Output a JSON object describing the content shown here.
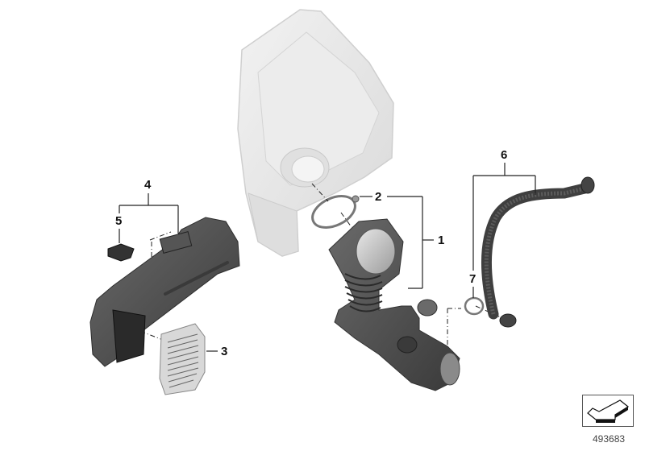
{
  "diagram": {
    "type": "exploded-parts-diagram",
    "reference_number": "493683",
    "callouts": [
      {
        "id": "1",
        "label": "1",
        "part": "intake-boot-with-bellows"
      },
      {
        "id": "2",
        "label": "2",
        "part": "hose-clamp"
      },
      {
        "id": "3",
        "label": "3",
        "part": "grille-insert"
      },
      {
        "id": "4",
        "label": "4",
        "part": "air-duct"
      },
      {
        "id": "5",
        "label": "5",
        "part": "foam-pad"
      },
      {
        "id": "6",
        "label": "6",
        "part": "vent-hose"
      },
      {
        "id": "7",
        "label": "7",
        "part": "o-ring"
      }
    ],
    "colors": {
      "line": "#222222",
      "part_dark": "#4a4a4a",
      "part_light": "#e6e6e6",
      "background": "#ffffff"
    }
  }
}
